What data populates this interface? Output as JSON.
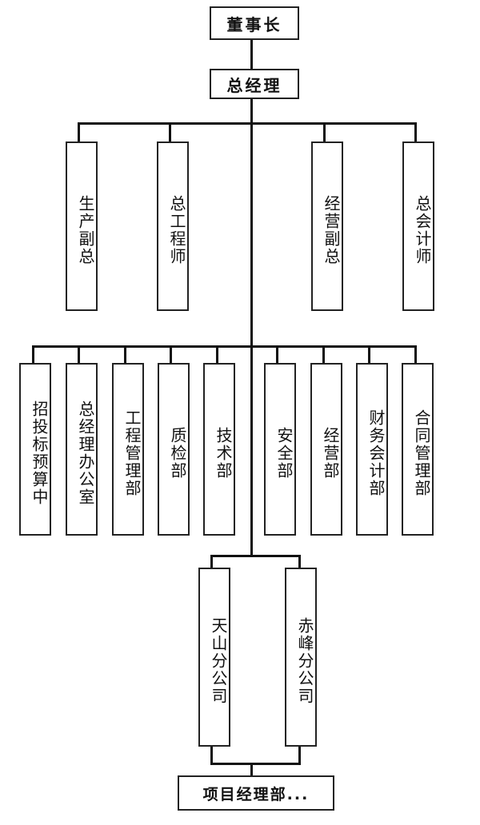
{
  "chairman": "董事长",
  "gm": "总经理",
  "deputies": [
    "生产副总",
    "总工程师",
    "经营副总",
    "总会计师"
  ],
  "departments": [
    "招投标预算中",
    "总经理办公室",
    "工程管理部",
    "质检部",
    "技术部",
    "安全部",
    "经营部",
    "财务会计部",
    "合同管理部"
  ],
  "branches": [
    "天山分公司",
    "赤峰分公司"
  ],
  "project": "项目经理部..."
}
